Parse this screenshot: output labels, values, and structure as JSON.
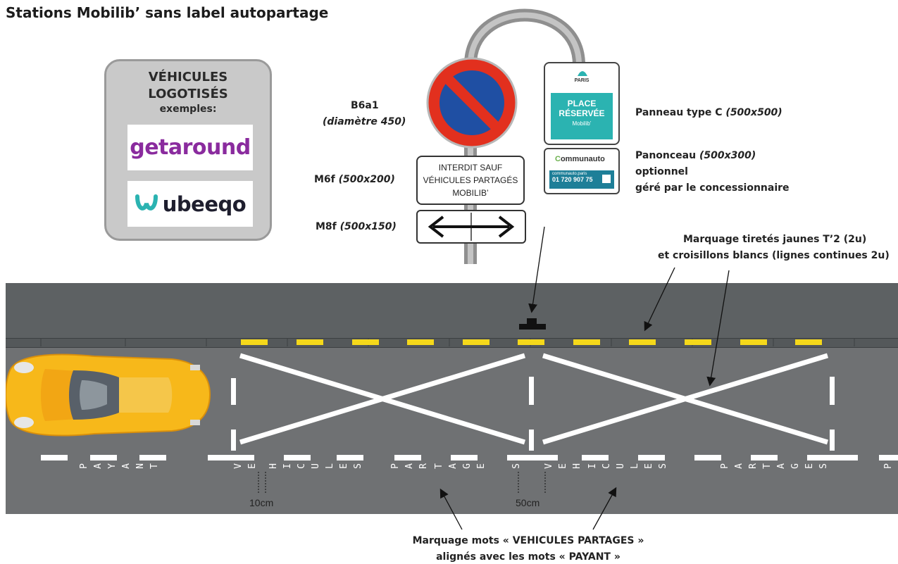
{
  "title": "Stations Mobilib’ sans label autopartage",
  "vehicles_box": {
    "heading_line1": "VÉHICULES",
    "heading_line2": "LOGOTISÉS",
    "heading_line3": "exemples:",
    "logo1": "getaround",
    "logo2": "ubeeqo"
  },
  "signs": {
    "b6a1_code": "B6a1",
    "b6a1_size": "(diamètre 450)",
    "m6f_code": "M6f",
    "m6f_size": "(500x200)",
    "m6f_text_line1": "INTERDIT SAUF",
    "m6f_text_line2": "VÉHICULES PARTAGÉS",
    "m6f_text_line3": "MOBILIB’",
    "m8f_code": "M8f",
    "m8f_size": "(500x150)",
    "panneau_c_label": "Panneau type C",
    "panneau_c_size": "(500x500)",
    "panneau_c_city": "PARIS",
    "panneau_c_line1": "PLACE",
    "panneau_c_line2": "RÉSERVÉE",
    "panneau_c_line3": "Mobilib’",
    "panonceau_label": "Panonceau",
    "panonceau_size": "(500x300)",
    "panonceau_line2": "optionnel",
    "panonceau_line3": "géré par le concessionnaire",
    "communauto_brand": "ommunauto",
    "communauto_url": "communauto.paris",
    "communauto_phone": "01 720 907 75"
  },
  "annotations": {
    "marking_yellow_line1": "Marquage tiretés jaunes T’2 (2u)",
    "marking_yellow_line2": "et croisillons blancs (lignes continues 2u)",
    "spacing_small": "10cm",
    "spacing_large": "50cm",
    "words_line1": "Marquage mots « VEHICULES PARTAGES »",
    "words_line2": "alignés avec les mots « PAYANT »"
  },
  "road_words": {
    "payant": [
      "P",
      "A",
      "Y",
      "A",
      "N",
      "T"
    ],
    "vehicules": [
      "V",
      "E",
      "H",
      "I",
      "C",
      "U",
      "L",
      "E",
      "S"
    ],
    "partages": [
      "P",
      "A",
      "R",
      "T",
      "A",
      "G",
      "E",
      "S"
    ]
  },
  "colors": {
    "road": "#6f7173",
    "sidewalk": "#5d6163",
    "yellow_mark": "#f5d81a",
    "teal": "#2bb3b1",
    "no_parking_red": "#e2301e",
    "no_parking_blue": "#1f4fa3",
    "car_yellow": "#f7b81a"
  }
}
